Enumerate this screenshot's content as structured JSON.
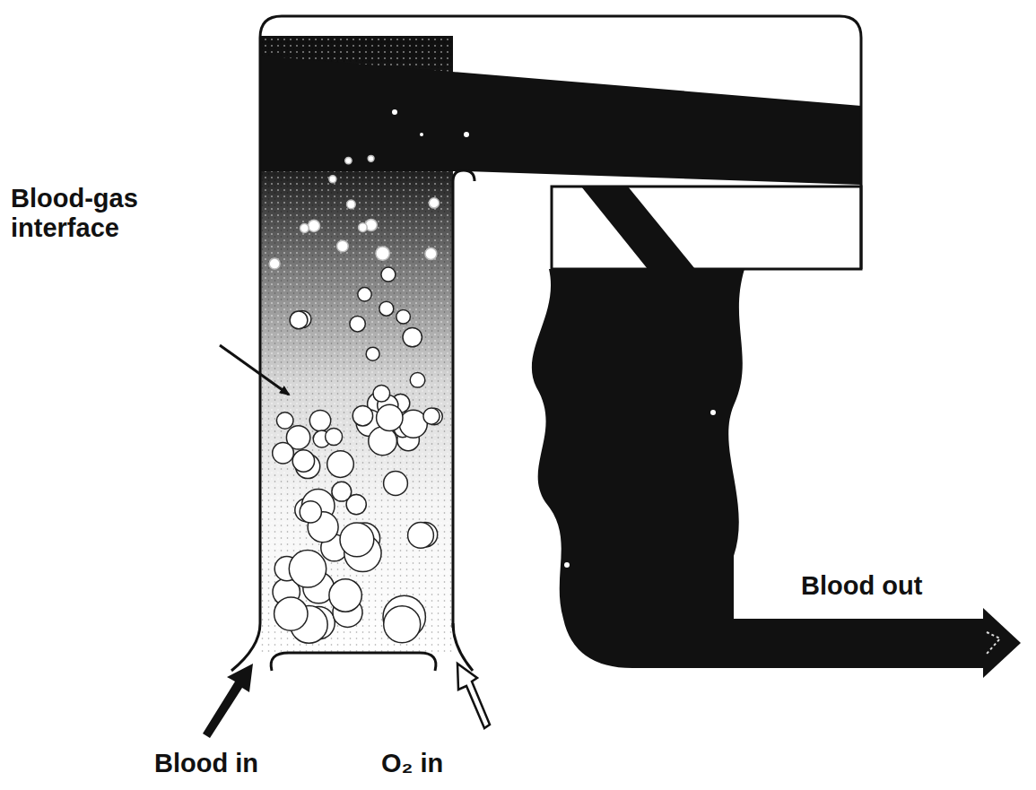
{
  "diagram": {
    "labels": [
      "Blood-gas interface",
      "Blood in",
      "O₂ in",
      "Blood out"
    ]
  }
}
